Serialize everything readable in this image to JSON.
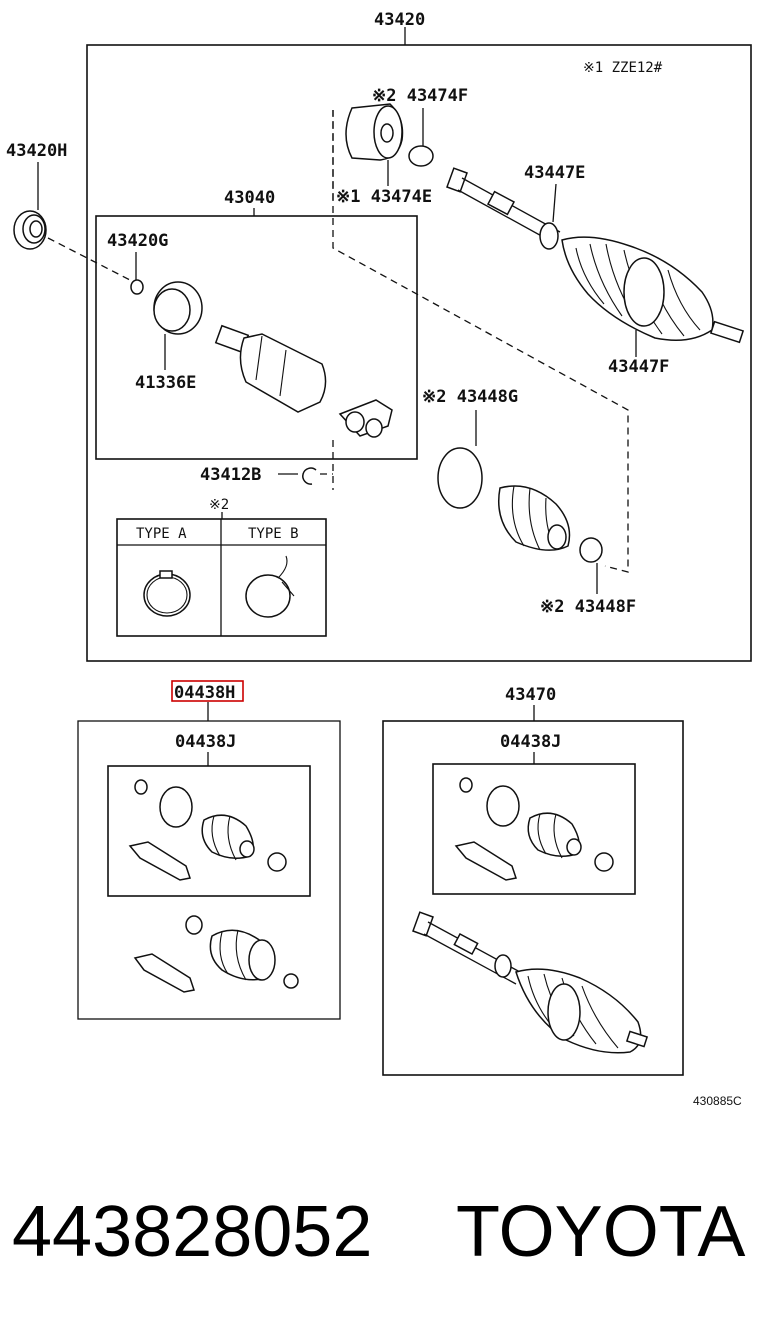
{
  "diagram": {
    "labels": {
      "main_assembly": "43420",
      "spec_note": "※1  ZZE12#",
      "seal_left": "43420H",
      "boot_inner_top": "※2 43474F",
      "boot_inner_bottom": "※1 43474E",
      "joint_assembly": "43040",
      "clip_small": "43420G",
      "ring_inner": "41336E",
      "outer_clamp_small": "43447E",
      "outer_boot": "43447F",
      "boot_clamp_g": "※2 43448G",
      "snap_ring": "43412B",
      "note_2": "※2",
      "boot_clamp_f": "※2 43448F",
      "type_a": "TYPE  A",
      "type_b": "TYPE  B",
      "kit_highlighted": "04438H",
      "kit_inner_left": "04438J",
      "shaft_kit": "43470",
      "kit_inner_right": "04438J",
      "figure_ref": "430885C"
    },
    "highlight_color": "#cc0000"
  },
  "footer": {
    "part_number": "443828052",
    "brand": "TOYOTA"
  }
}
